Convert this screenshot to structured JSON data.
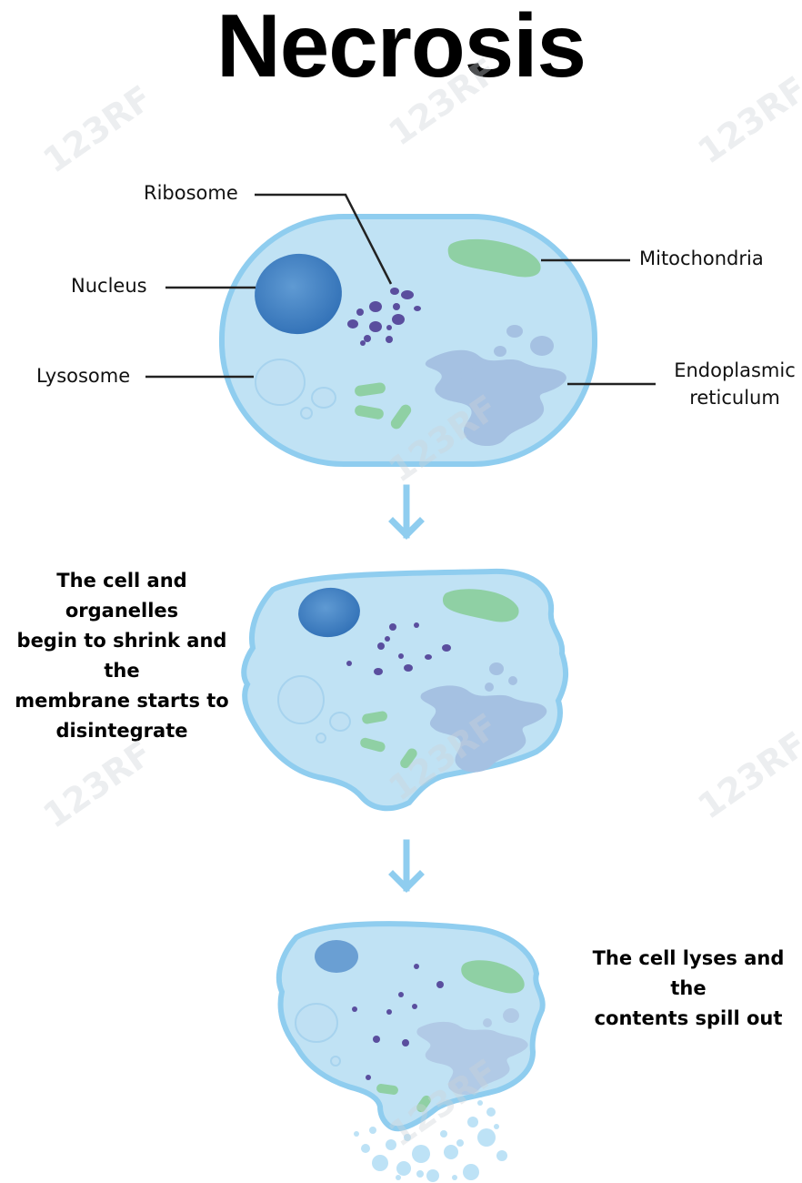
{
  "title": "Necrosis",
  "labels": {
    "ribosome": "Ribosome",
    "nucleus": "Nucleus",
    "lysosome": "Lysosome",
    "mitochondria": "Mitochondria",
    "er_line1": "Endoplasmic",
    "er_line2": "reticulum"
  },
  "captions": {
    "stage2_line1": "The cell and organelles",
    "stage2_line2": "begin to shrink and the",
    "stage2_line3": "membrane starts to",
    "stage2_line4": "disintegrate",
    "stage3_line1": "The cell lyses and the",
    "stage3_line2": "contents spill out"
  },
  "watermark": "123RF",
  "colors": {
    "cytoplasm": "#c0e2f4",
    "membrane": "#8fcdef",
    "nucleus": "#3d80c4",
    "mitochondria": "#8fd0a4",
    "ribosome": "#5a4e9e",
    "er": "#a5c1e2",
    "arrow": "#8fcdef"
  }
}
